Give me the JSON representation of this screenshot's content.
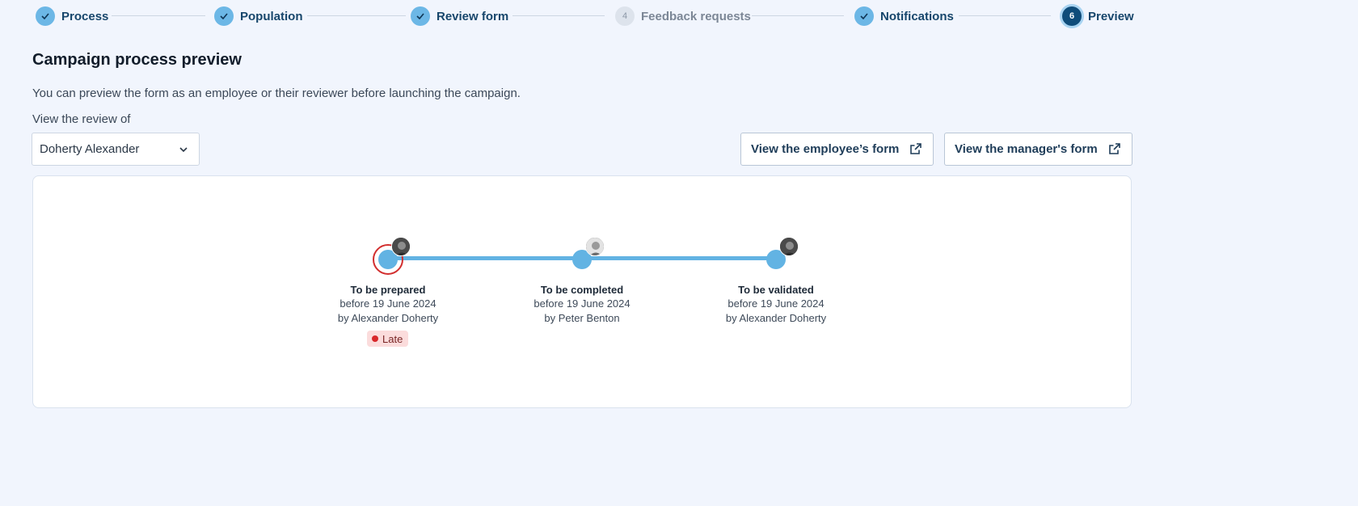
{
  "stepper": {
    "steps": [
      {
        "label": "Process",
        "state": "done"
      },
      {
        "label": "Population",
        "state": "done"
      },
      {
        "label": "Review form",
        "state": "done"
      },
      {
        "label": "Feedback requests",
        "state": "pending",
        "number": "4"
      },
      {
        "label": "Notifications",
        "state": "done"
      },
      {
        "label": "Preview",
        "state": "current",
        "number": "6"
      }
    ]
  },
  "header": {
    "title": "Campaign process preview",
    "description": "You can preview the form as an employee or their reviewer before launching the campaign."
  },
  "review_selector": {
    "label": "View the review of",
    "selected": "Doherty Alexander"
  },
  "actions": {
    "employee_form_label": "View the employee’s form",
    "manager_form_label": "View the manager's form"
  },
  "timeline": {
    "stages": [
      {
        "title": "To be prepared",
        "deadline": "before 19 June 2024",
        "assignee": "by Alexander Doherty",
        "status": "Late"
      },
      {
        "title": "To be completed",
        "deadline": "before 19 June 2024",
        "assignee": "by Peter Benton"
      },
      {
        "title": "To be validated",
        "deadline": "before 19 June 2024",
        "assignee": "by Alexander Doherty"
      }
    ]
  },
  "colors": {
    "accent": "#62b3e3",
    "done_step": "#6cb7e6",
    "current_step": "#0f4c7a",
    "late": "#d8272a",
    "background": "#f1f5fd"
  }
}
